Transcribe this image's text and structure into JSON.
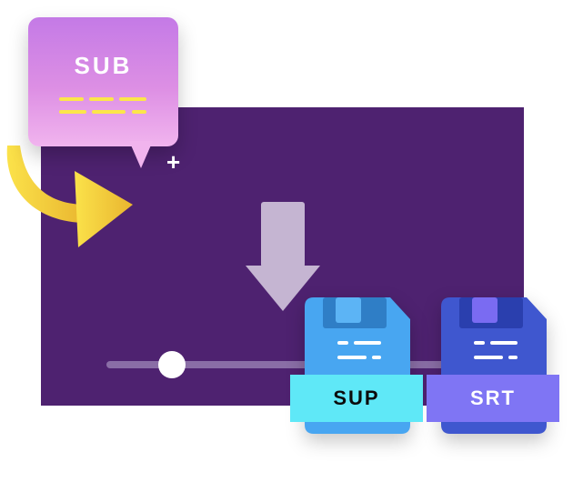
{
  "bubble": {
    "label": "SUB"
  },
  "plus": "+",
  "files": [
    {
      "label": "SUP"
    },
    {
      "label": "SRT"
    }
  ],
  "slider": {
    "value": 0.18
  }
}
